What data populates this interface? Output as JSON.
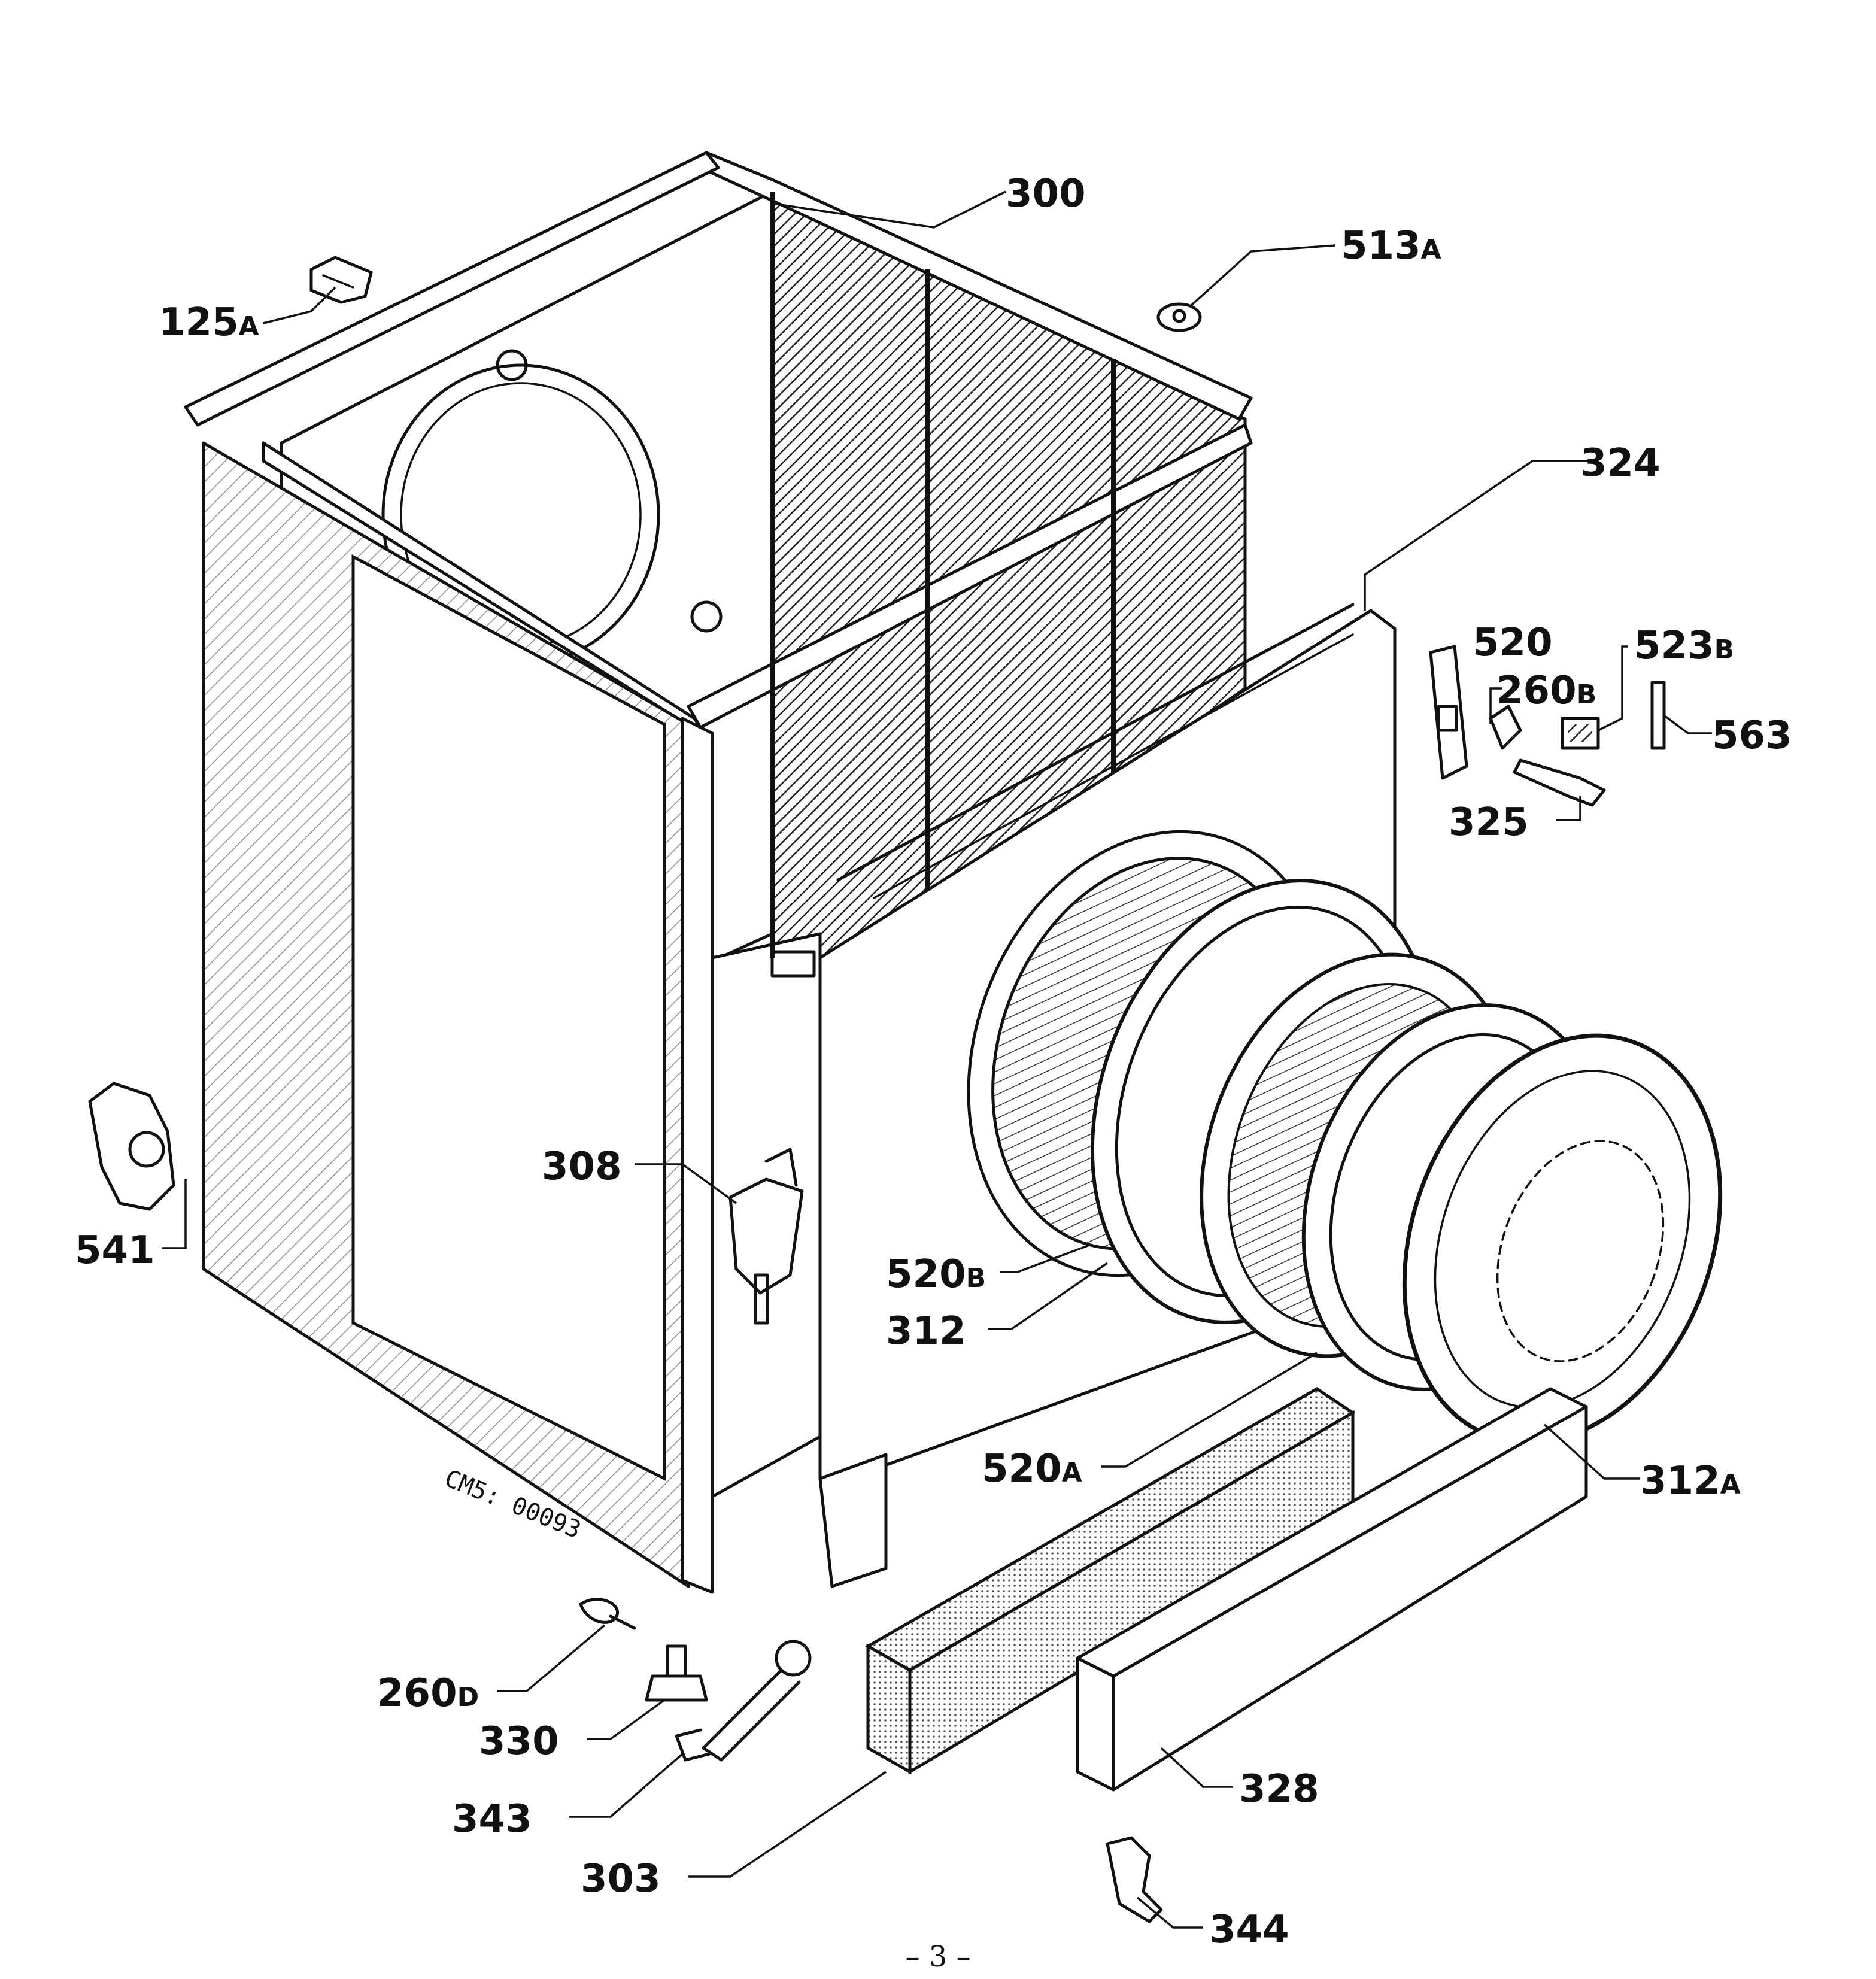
{
  "labels": {
    "p300": "300",
    "p513a": "513",
    "p513a_sub": "A",
    "p125a": "125",
    "p125a_sub": "A",
    "p324": "324",
    "p520": "520",
    "p523b": "523",
    "p523b_sub": "B",
    "p260b": "260",
    "p260b_sub": "B",
    "p563": "563",
    "p325": "325",
    "p308": "308",
    "p541": "541",
    "p520b": "520",
    "p520b_sub": "B",
    "p312": "312",
    "p520a": "520",
    "p520a_sub": "A",
    "p312a": "312",
    "p312a_sub": "A",
    "p260d": "260",
    "p260d_sub": "D",
    "p330": "330",
    "p343": "343",
    "p328": "328",
    "p303": "303",
    "p344": "344"
  },
  "drawing_code": "CM5: 00093",
  "page_number": "– 3 –"
}
